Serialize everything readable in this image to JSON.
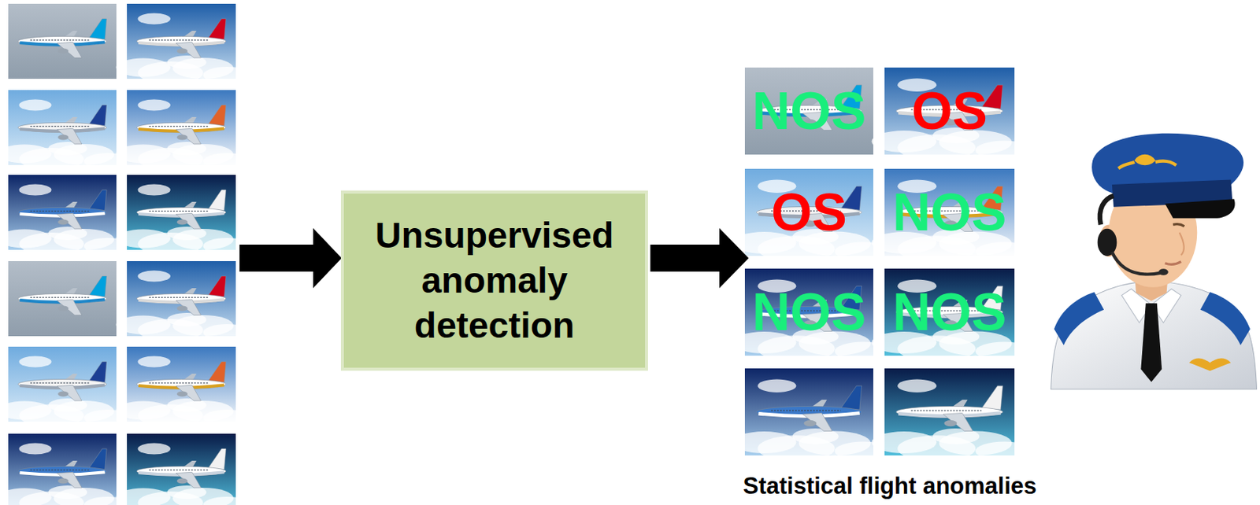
{
  "diagram": {
    "nodes": [
      {
        "text": [
          "Unsupervised anomaly detection"
        ]
      }
    ],
    "labels": [
      "NOS",
      "OS",
      "OS",
      "NOS",
      "NOS",
      "NOS",
      "Statistical flight anomalies"
    ]
  }
}
